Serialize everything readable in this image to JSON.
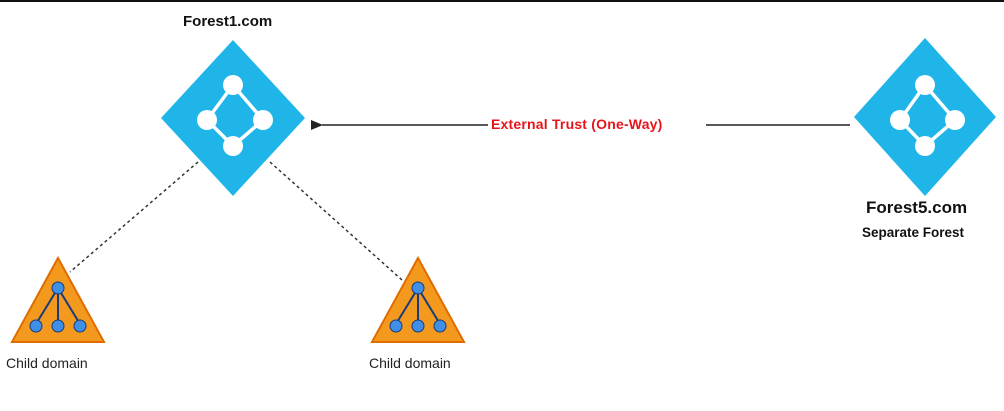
{
  "diagram": {
    "colors": {
      "forest_fill": "#1FB5E8",
      "child_fill": "#F39A1E",
      "child_stroke": "#E06C00",
      "node_blue": "#3F8FE6",
      "trust_text": "#E8141B",
      "connector": "#333333"
    },
    "forest1": {
      "name": "Forest1.com",
      "icon": "active-directory-forest-icon"
    },
    "forest5": {
      "name": "Forest5.com",
      "subtitle": "Separate Forest",
      "icon": "active-directory-forest-icon"
    },
    "trust": {
      "label": "External Trust (One-Way)",
      "direction": "Forest5.com -> Forest1.com"
    },
    "children": [
      {
        "label": "Child domain",
        "icon": "domain-hierarchy-icon"
      },
      {
        "label": "Child domain",
        "icon": "domain-hierarchy-icon"
      }
    ]
  }
}
